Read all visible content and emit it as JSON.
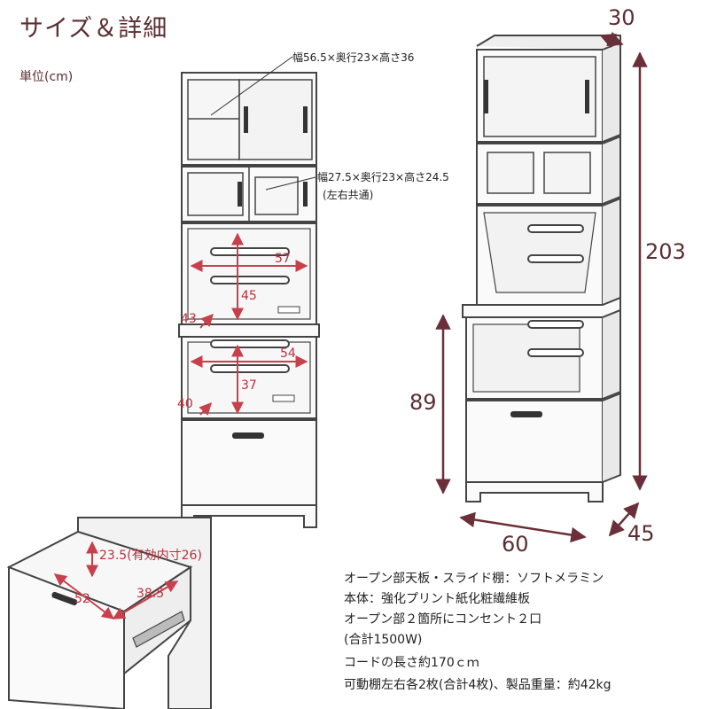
{
  "title": "サイズ＆詳細",
  "unit": "単位(cm)",
  "callouts": {
    "top_cabinet": "幅56.5×奥行23×高さ36",
    "mid_cabinet": "幅27.5×奥行23×高さ24.5",
    "mid_cabinet_note": "(左右共通)"
  },
  "front_dims": {
    "upper_width": "57",
    "upper_height": "45",
    "upper_depth": "43",
    "lower_width": "54",
    "lower_height": "37",
    "lower_depth": "40"
  },
  "side_dims": {
    "top_depth": "30",
    "total_height": "203",
    "counter_height": "89",
    "width": "60",
    "depth": "45"
  },
  "drawer_dims": {
    "inner_height": "23.5(有効内寸26)",
    "width": "52",
    "depth": "38.5"
  },
  "specs": [
    "オープン部天板・スライド棚：ソフトメラミン",
    "本体：強化プリント紙化粧繊維板",
    "オープン部２箇所にコンセント２口",
    "(合計1500W)",
    "コードの長さ約170ｃｍ",
    "可動棚左右各2枚(合計4枚)、製品重量：約42kg"
  ],
  "colors": {
    "title": "#5b2e32",
    "dimension_red": "#b9303c",
    "arrow_brown": "#6b2f3a",
    "outline": "#444444"
  }
}
